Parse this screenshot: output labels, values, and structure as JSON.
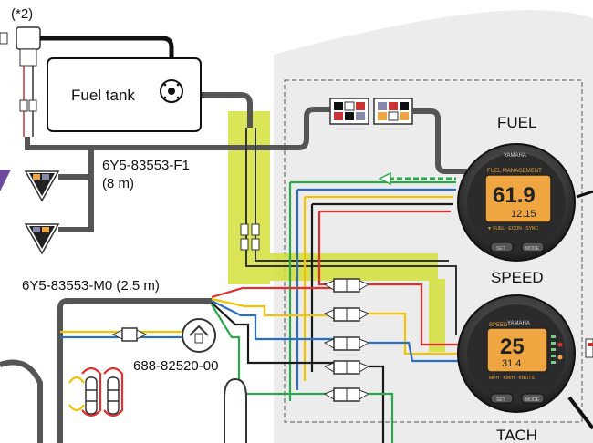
{
  "labels": {
    "note_ref": "(*2)",
    "fuel_tank": "Fuel tank",
    "harness_f1_part": "6Y5-83553-F1",
    "harness_f1_len": "(8 m)",
    "harness_m0": "6Y5-83553-M0 (2.5 m)",
    "sender_part": "688-82520-00"
  },
  "gauges": {
    "fuel": {
      "title": "FUEL",
      "brand": "YAMAHA",
      "screen_title": "FUEL MANAGEMENT",
      "big_value": "61.9",
      "small_value": "12.15",
      "footer": "▼ FUEL · ECON · SYNC",
      "btn_left": "SET",
      "btn_right": "MODE"
    },
    "speed": {
      "title": "SPEED",
      "brand": "YAMAHA",
      "screen_title": "SPEED",
      "big_value": "25",
      "small_value": "31.4",
      "footer": "MPH · KM/H · KNOTS",
      "btn_left": "SET",
      "btn_right": "MODE"
    },
    "tach": {
      "title": "TACH"
    }
  },
  "colors": {
    "harness_gray": "#555555",
    "highlight": "#d4e03a",
    "lcd": "#f0a640",
    "wire_red": "#e03030",
    "wire_blue": "#2a6fc4",
    "wire_yellow": "#f2c300",
    "wire_green": "#2aa84a",
    "wire_black": "#1a1a1a"
  }
}
